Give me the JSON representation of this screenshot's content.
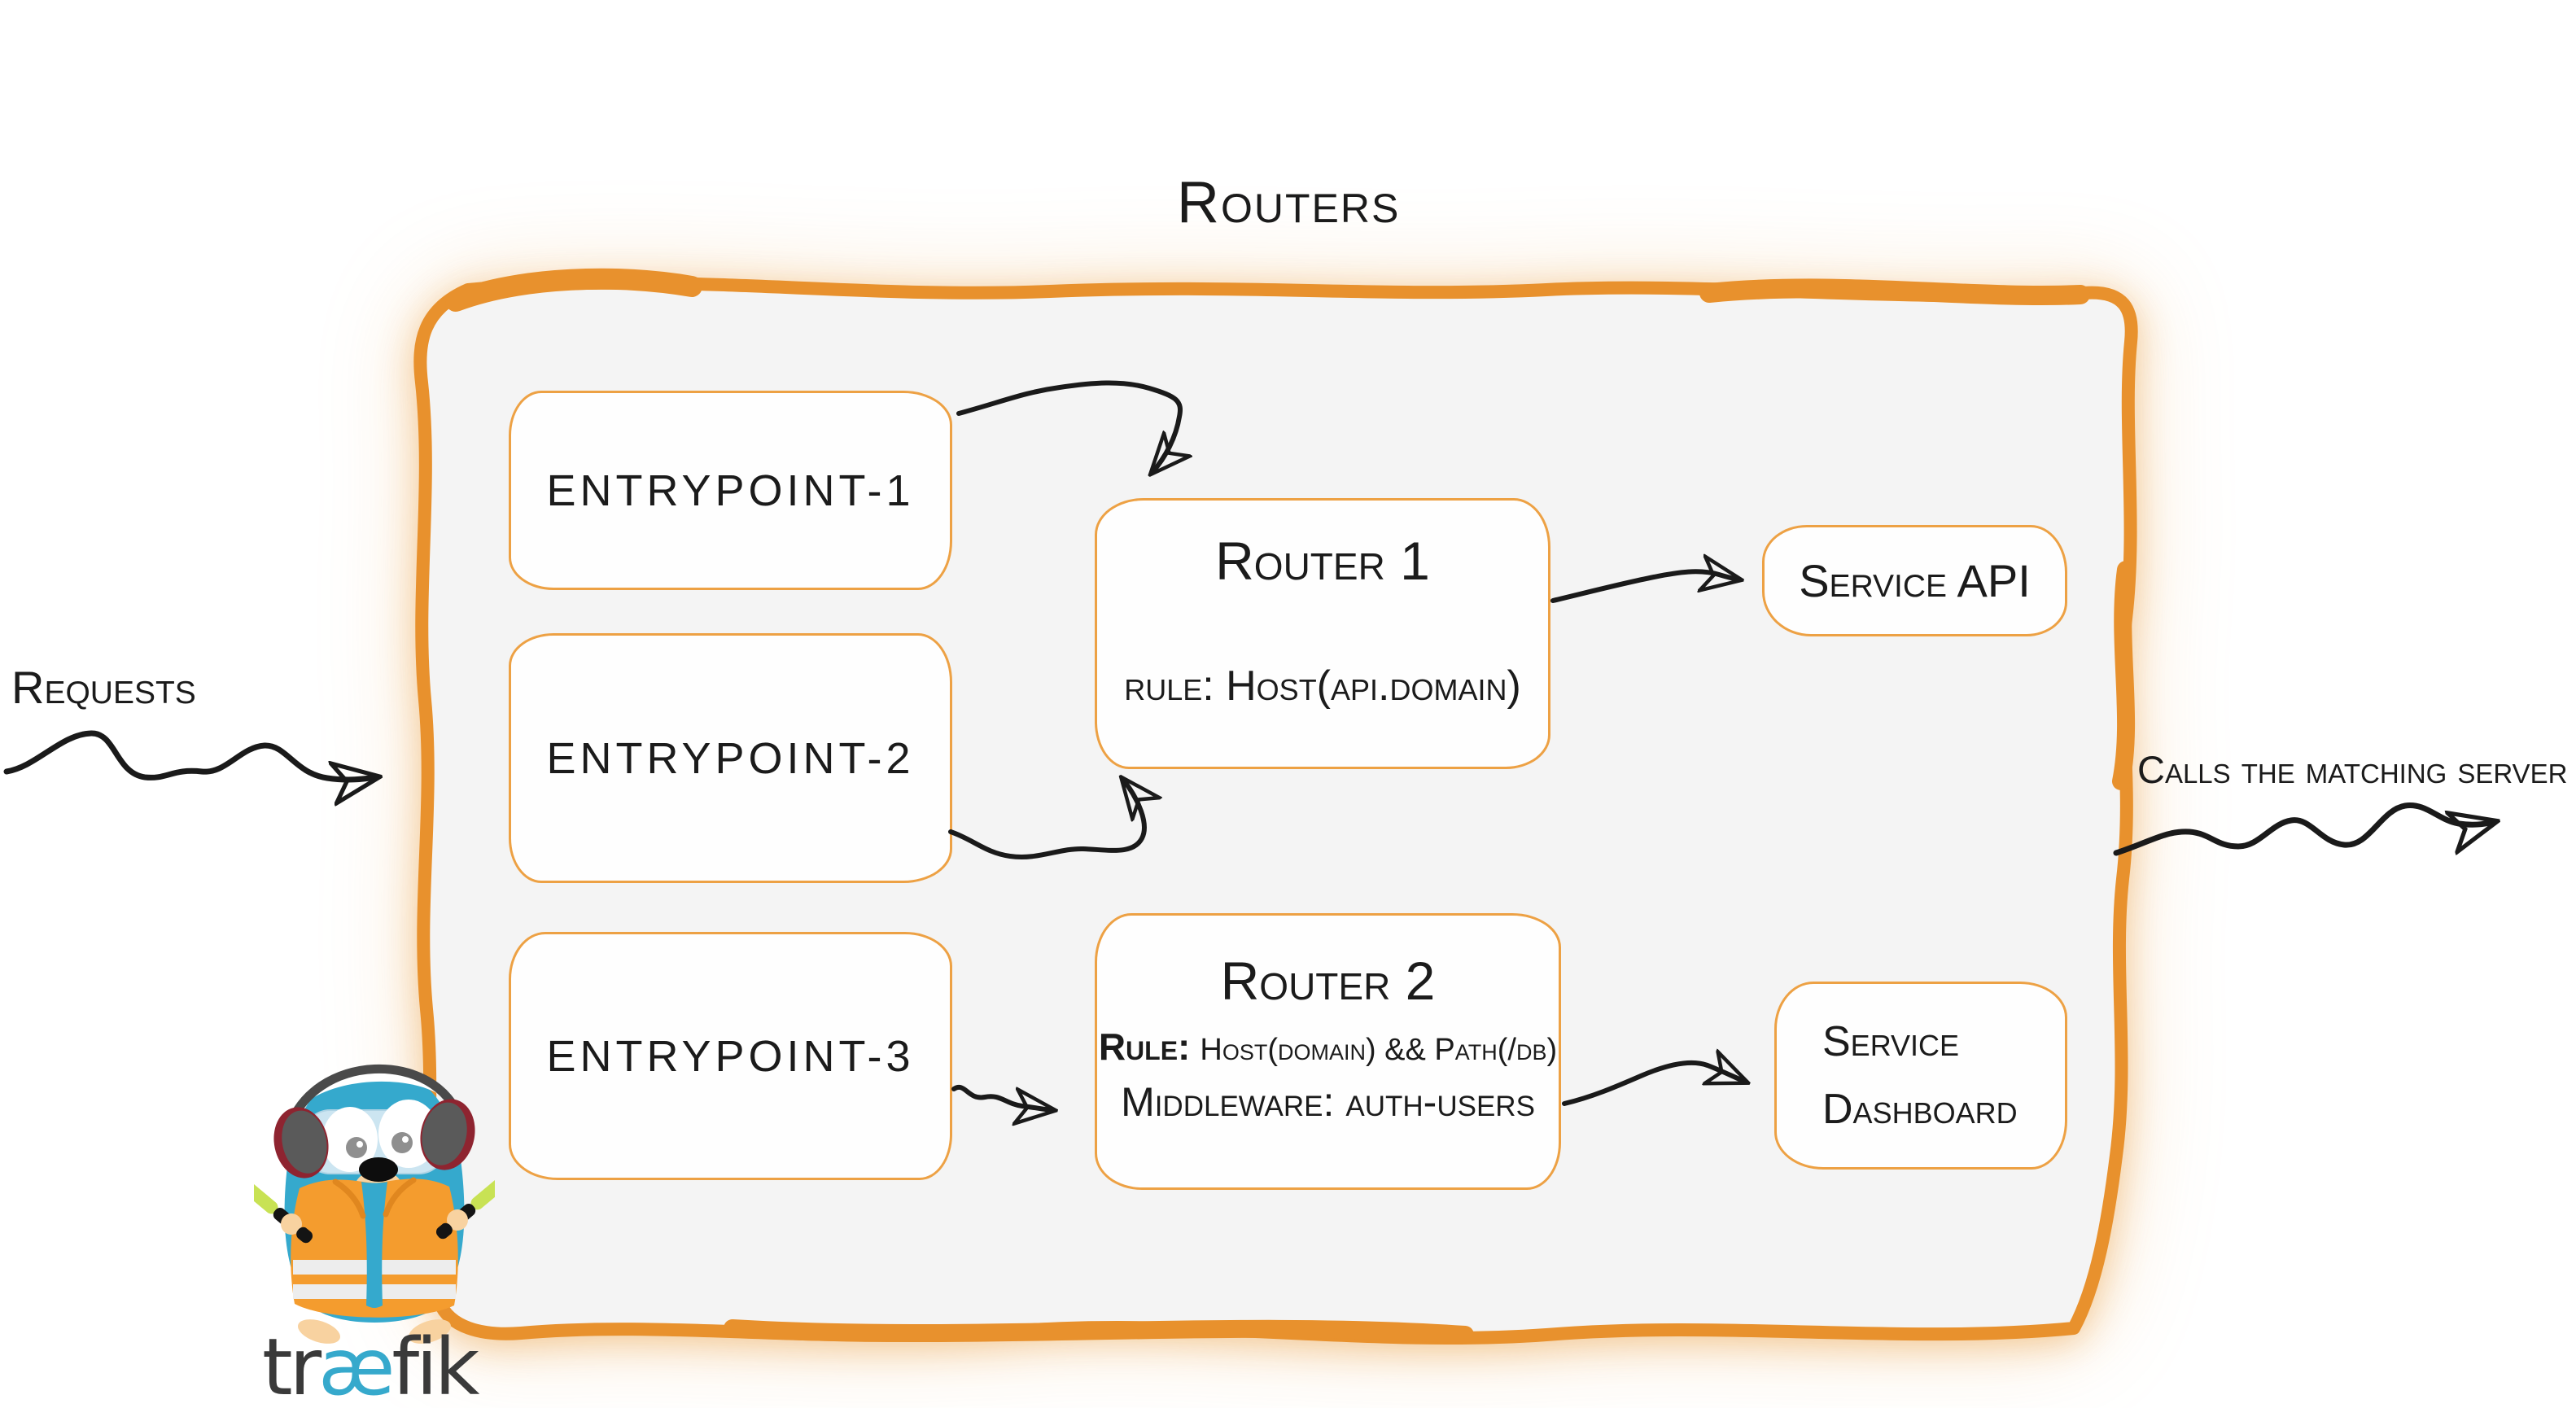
{
  "title": "Routers",
  "annotations": {
    "requests": "Requests",
    "calls_matching_server": "Calls the matching server"
  },
  "entrypoints": [
    {
      "label": "entrypoint-1"
    },
    {
      "label": "entrypoint-2"
    },
    {
      "label": "entrypoint-3"
    }
  ],
  "routers": [
    {
      "title": "Router 1",
      "rule": "rule: Host(api.domain)"
    },
    {
      "title": "Router 2",
      "rule_label": "Rule:",
      "rule_value": "Host(domain) && Path(/db)",
      "middleware_label": "Middleware:",
      "middleware_value": "auth-users"
    }
  ],
  "services": [
    {
      "label": "Service API"
    },
    {
      "lines": [
        "Service",
        "Dashboard"
      ]
    }
  ],
  "logo": {
    "wordmark_pre": "tr",
    "wordmark_ae": "æ",
    "wordmark_post": "fik"
  },
  "colors": {
    "frame_stroke": "#E8912D",
    "frame_fill": "#F4F4F4",
    "node_border": "#EDA144",
    "text": "#1B1B1B",
    "arrow": "#1A1A1A",
    "traefik_blue": "#36A9CC",
    "wordmark_dark": "#3A3A3A",
    "vest_orange": "#F49C2E",
    "baton_green": "#C8E254"
  }
}
